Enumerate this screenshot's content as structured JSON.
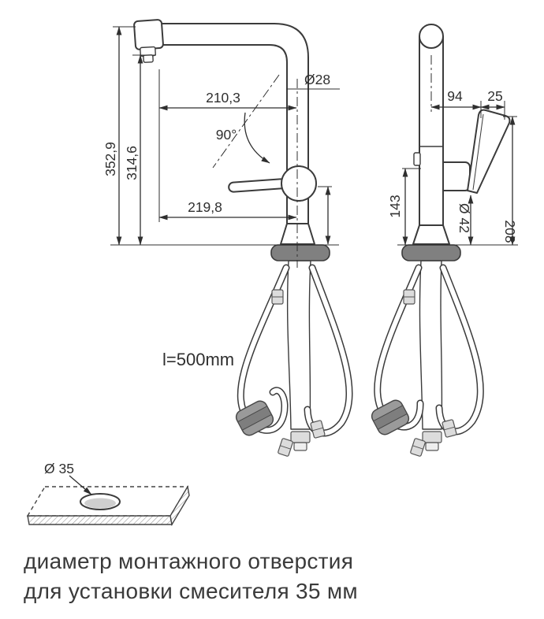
{
  "diagram": {
    "front_view": {
      "spout_diameter": "Ø28",
      "spout_reach_center": "210,3",
      "spout_angle": "90°",
      "total_height": "352,9",
      "spout_height": "314,6",
      "spout_reach_outlet": "219,8",
      "hose_length": "l=500mm"
    },
    "side_view": {
      "handle_reach": "94",
      "handle_width": "25",
      "body_height": "143",
      "base_diameter": "Ø 42",
      "handle_height": "208"
    },
    "mounting_hole": {
      "diameter": "Ø 35"
    },
    "caption": {
      "line1": "диаметр монтажного отверстия",
      "line2": "для установки смесителя 35 мм"
    }
  }
}
